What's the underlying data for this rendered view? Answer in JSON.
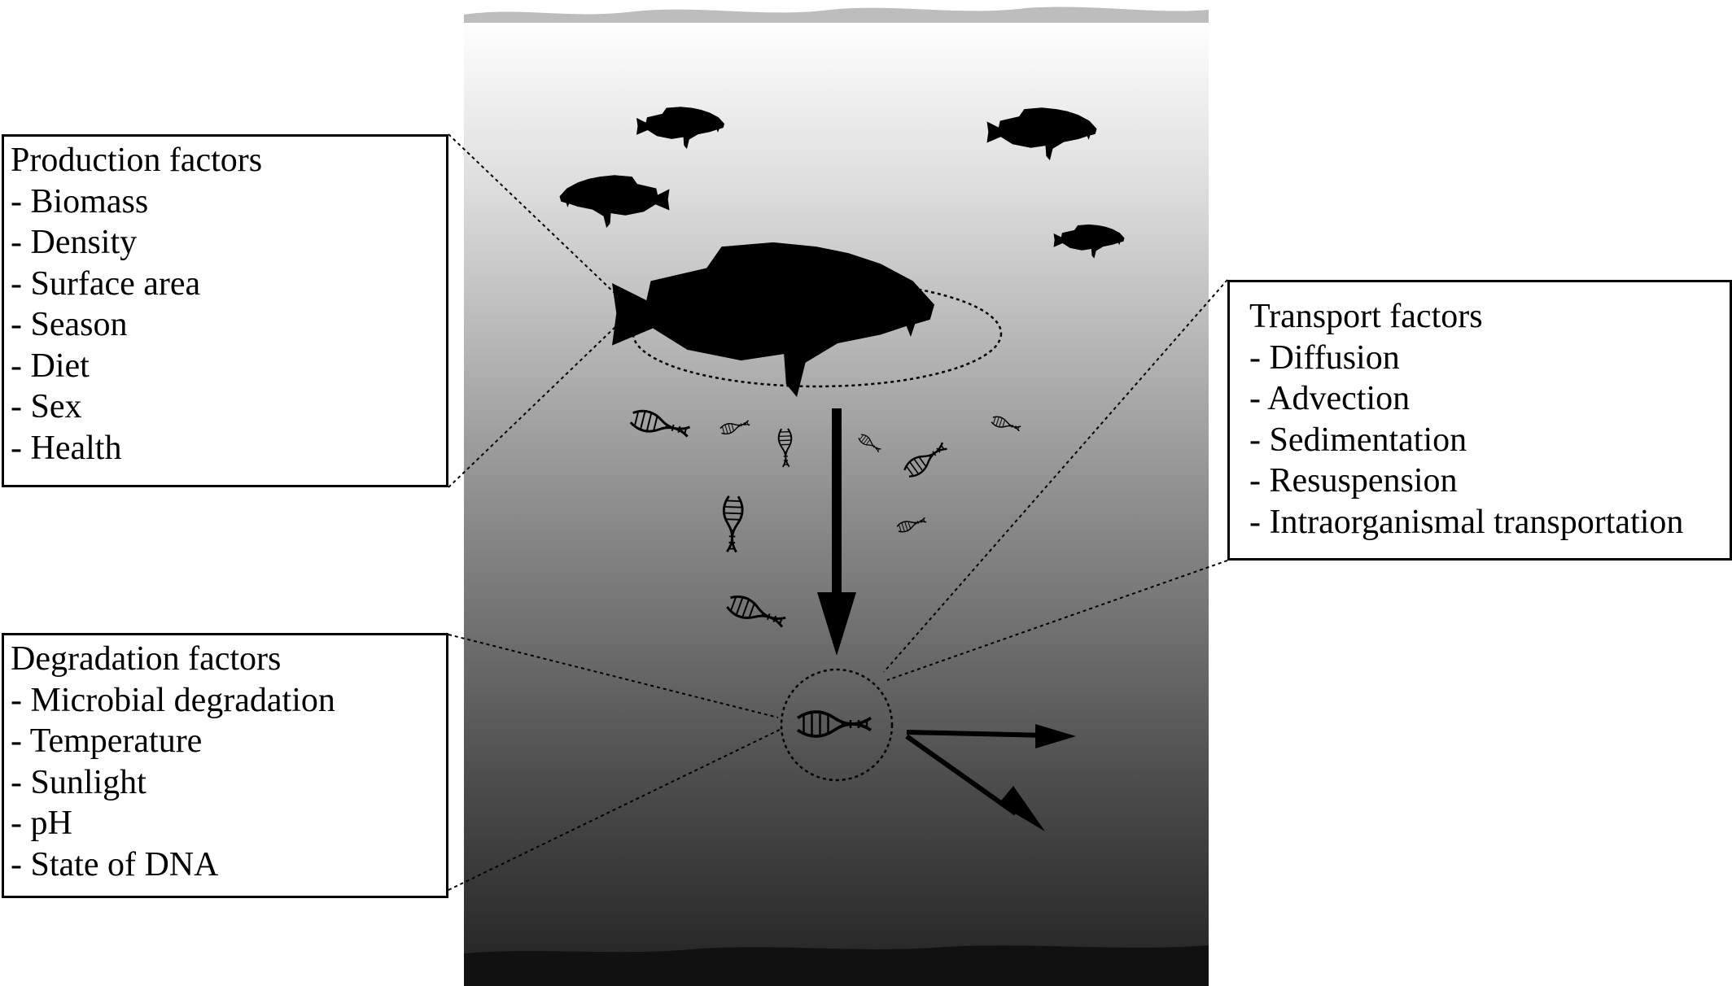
{
  "production": {
    "title": "Production factors",
    "items": [
      "- Biomass",
      "- Density",
      "- Surface area",
      "- Season",
      "- Diet",
      "- Sex",
      "- Health"
    ]
  },
  "transport": {
    "title": "Transport factors",
    "items": [
      "- Diffusion",
      "- Advection",
      "- Sedimentation",
      "- Resuspension",
      "- Intraorganismal transportation"
    ]
  },
  "degradation": {
    "title": "Degradation factors",
    "items": [
      "- Microbial degradation",
      "- Temperature",
      "- Sunlight",
      "- pH",
      "- State of DNA"
    ]
  },
  "colors": {
    "water_top": "#ffffff",
    "water_bottom": "#202020",
    "seabed": "#111111",
    "ink": "#000000"
  },
  "icons": [
    "cod-fish-icon",
    "dna-helix-icon",
    "arrow-icon"
  ]
}
